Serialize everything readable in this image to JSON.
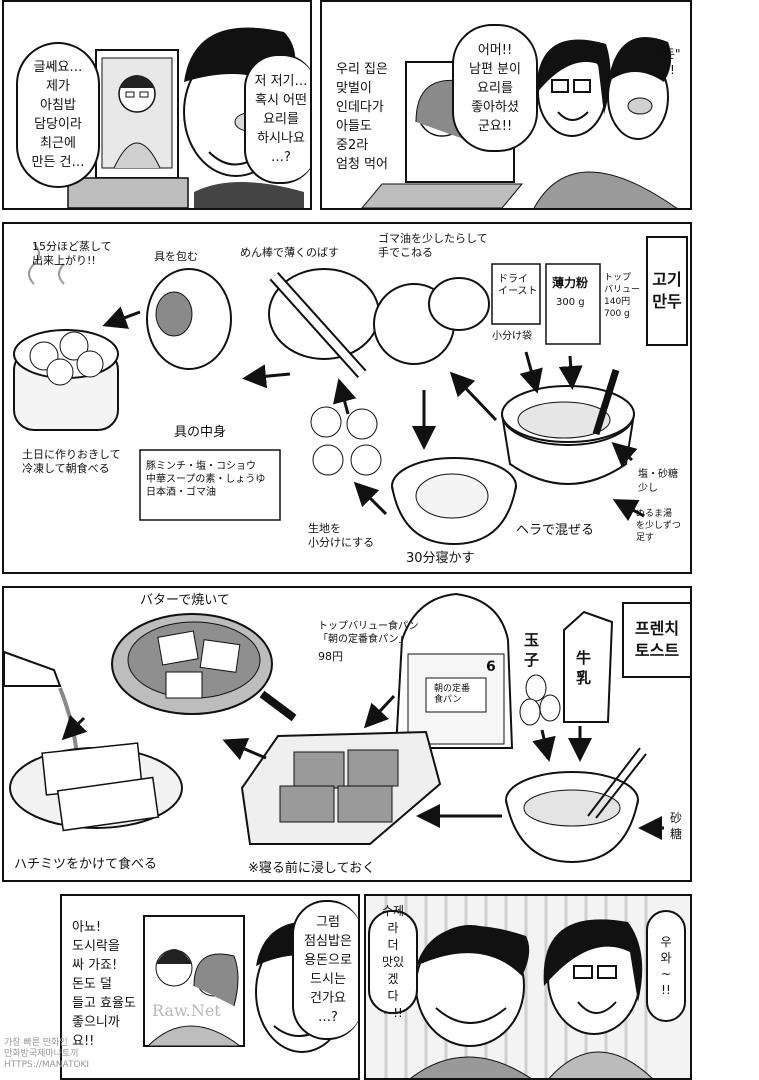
{
  "panel1": {
    "bubble_left": "글쎄요…\n제가\n아침밥\n담당이라\n최근에\n만든 건…",
    "bubble_right": "저 저기…\n혹시 어떤\n요리를\n하시나요\n…?"
  },
  "panel2": {
    "bubble_left": "우리 집은\n맞벌이\n인데다가\n아들도\n중2라\n엄청 먹어",
    "bubble_right": "어머!!\n남편 분이\n요리를\n좋아하셨\n군요!!",
    "sfx": "\"용돈\"\n…!!"
  },
  "gyoza": {
    "title": "고기\n만두",
    "step_steam": "15分ほど蒸して\n出来上がり!!",
    "step_wrap": "具を包む",
    "step_roll": "めん棒で薄くのばす",
    "step_knead": "ゴマ油を少したらして\n手でこねる",
    "yeast_label": "ドライ\nイースト",
    "yeast_note": "小分け袋",
    "flour_label": "薄力粉",
    "flour_amount": "300 g",
    "topvalu_label": "トップ\nバリュー\n140円\n700 g",
    "freeze_note": "土日に作りおきして\n冷凍して朝食べる",
    "filling_title": "具の中身",
    "filling_list": "豚ミンチ・塩・コショウ\n中華スープの素・しょうゆ\n日本酒・ゴマ油",
    "salt_sugar": "塩・砂糖\n少し",
    "warm_water": "ぬるま湯\nを少しずつ\n足す",
    "divide": "生地を\n小分けにする",
    "mix": "ヘラで混ぜる",
    "rest": "30分寝かす"
  },
  "toast": {
    "title": "프렌치\n토스트",
    "butter": "バターで焼いて",
    "bread_label": "トップバリュー食パン\n「朝の定番食パン」",
    "bread_price": "98円",
    "bread_bag_text": "朝の定番\n食パン",
    "bread_count": "6",
    "egg_label": "玉\n子",
    "milk_label": "牛\n乳",
    "sugar_label": "砂\n糖",
    "honey": "ハチミツをかけて食べる",
    "soak": "※寝る前に浸しておく"
  },
  "panel5": {
    "bubble_left": "아뇨!\n도시락을\n싸 가죠!\n돈도 덜\n들고 효율도\n좋으니까요!!",
    "bubble_right": "그럼\n점심밥은\n용돈으로\n드시는\n건가요\n…?",
    "watermark": "Raw.Net"
  },
  "panel6": {
    "bubble_left": "수제라\n더\n맛있겠\n다~!!",
    "bubble_right": "우\n와\n~\n!!"
  },
  "corner_watermark": "가장 빠른 만화인\n만화방국제마나토끼\nHTTPS://MANATOKI"
}
